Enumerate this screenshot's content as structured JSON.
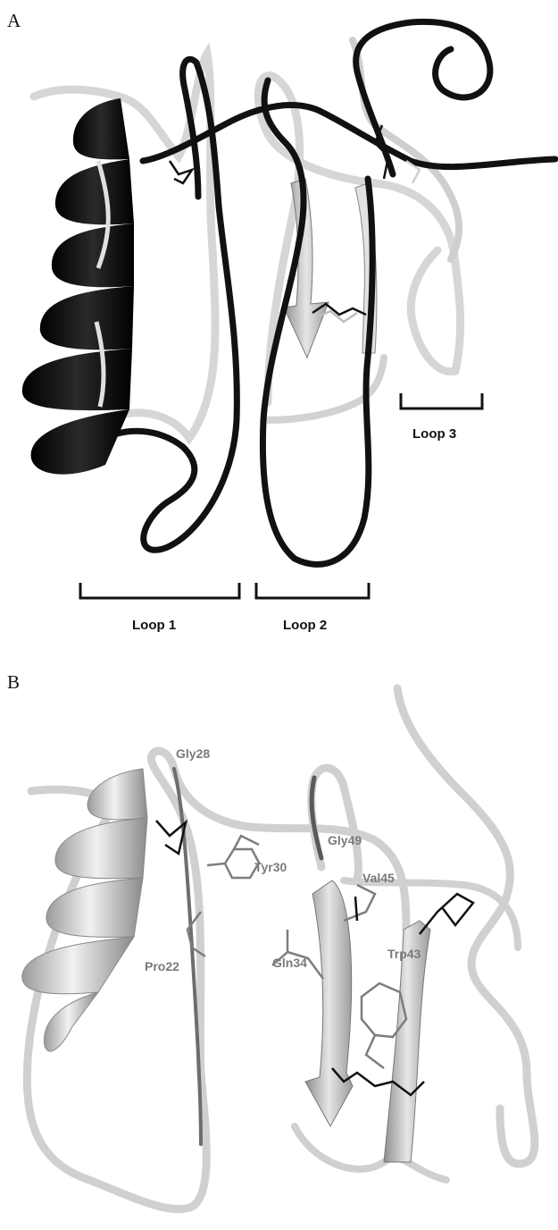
{
  "panel_a": {
    "letter": "A",
    "loops": [
      {
        "label": "Loop 1"
      },
      {
        "label": "Loop 2"
      },
      {
        "label": "Loop 3"
      }
    ]
  },
  "panel_b": {
    "letter": "B",
    "residues": [
      {
        "label": "Gly28"
      },
      {
        "label": "Gly49"
      },
      {
        "label": "Val45"
      },
      {
        "label": "Tyr30"
      },
      {
        "label": "Gln34"
      },
      {
        "label": "Trp43"
      },
      {
        "label": "Pro22"
      }
    ]
  },
  "colors": {
    "structure_dark": "#111111",
    "structure_light": "#d8d8d8",
    "structure_mid": "#8c8c8c",
    "residue_label": "#7a7a7a"
  }
}
